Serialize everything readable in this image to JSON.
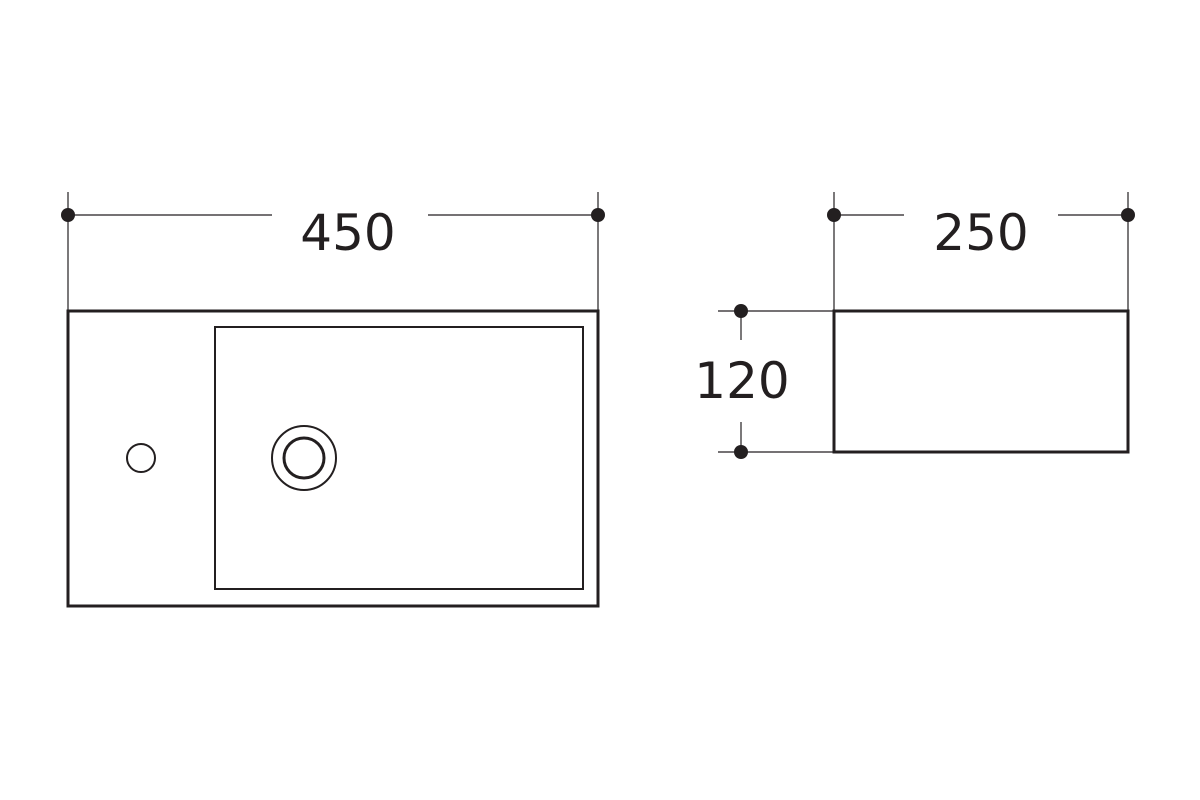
{
  "colors": {
    "line": "#231f20",
    "background": "#ffffff"
  },
  "dimensions": {
    "width": "450",
    "depth": "250",
    "height": "120"
  }
}
